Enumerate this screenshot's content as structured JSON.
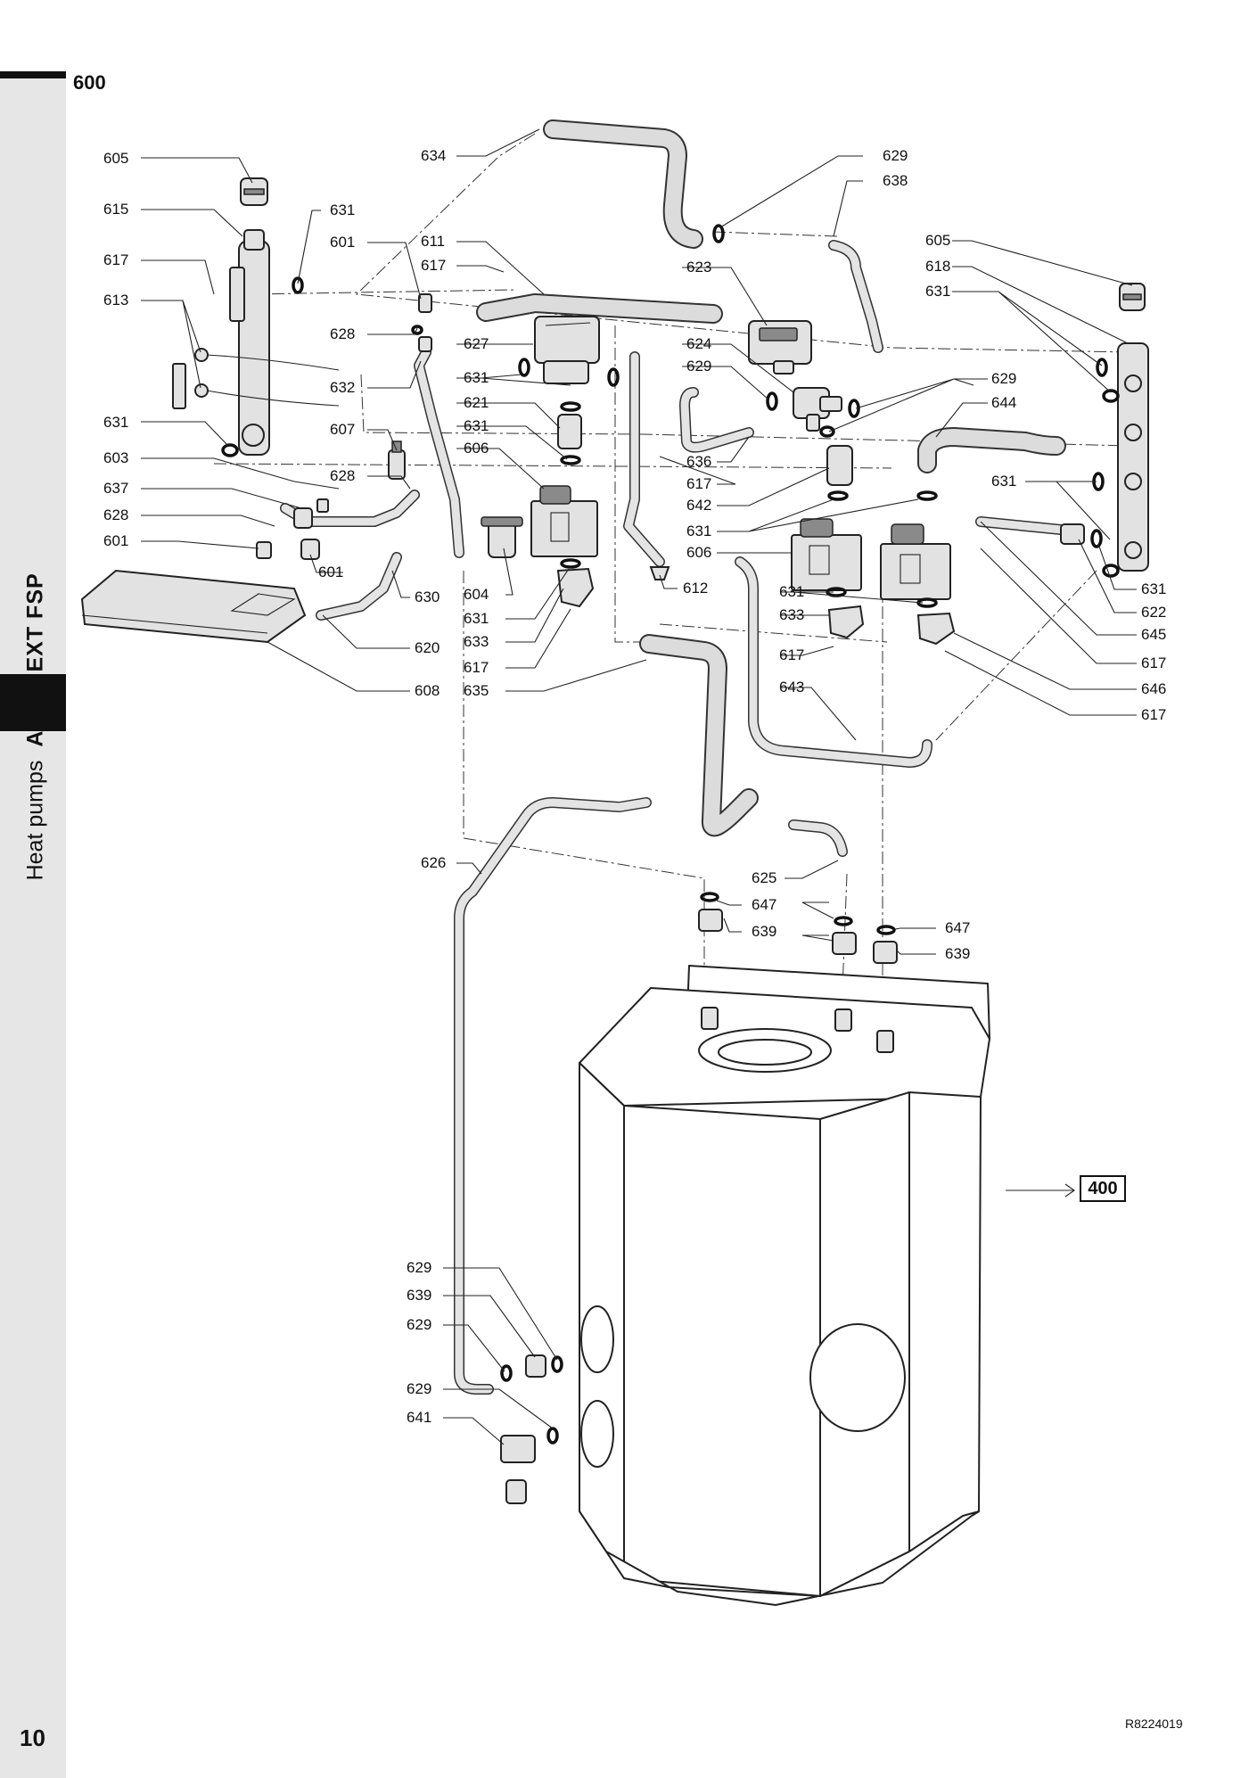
{
  "page": {
    "section_number": "600",
    "side_title": "ARIANEXT FSP",
    "side_subtitle": "Heat pumps",
    "page_number": "10",
    "reference_code": "R8224019",
    "cross_reference": "400"
  },
  "labels": [
    {
      "id": "l605a",
      "text": "605"
    },
    {
      "id": "l615",
      "text": "615"
    },
    {
      "id": "l617a",
      "text": "617"
    },
    {
      "id": "l613",
      "text": "613"
    },
    {
      "id": "l631a",
      "text": "631"
    },
    {
      "id": "l603",
      "text": "603"
    },
    {
      "id": "l637",
      "text": "637"
    },
    {
      "id": "l628a",
      "text": "628"
    },
    {
      "id": "l601a",
      "text": "601"
    },
    {
      "id": "l631b",
      "text": "631"
    },
    {
      "id": "l601b",
      "text": "601"
    },
    {
      "id": "l628b",
      "text": "628"
    },
    {
      "id": "l632",
      "text": "632"
    },
    {
      "id": "l607",
      "text": "607"
    },
    {
      "id": "l628c",
      "text": "628"
    },
    {
      "id": "l601c",
      "text": "601"
    },
    {
      "id": "l630",
      "text": "630"
    },
    {
      "id": "l620",
      "text": "620"
    },
    {
      "id": "l608",
      "text": "608"
    },
    {
      "id": "l634",
      "text": "634"
    },
    {
      "id": "l611",
      "text": "611"
    },
    {
      "id": "l617b",
      "text": "617"
    },
    {
      "id": "l627",
      "text": "627"
    },
    {
      "id": "l631c",
      "text": "631"
    },
    {
      "id": "l621",
      "text": "621"
    },
    {
      "id": "l631d",
      "text": "631"
    },
    {
      "id": "l606a",
      "text": "606"
    },
    {
      "id": "l604",
      "text": "604"
    },
    {
      "id": "l631e",
      "text": "631"
    },
    {
      "id": "l633a",
      "text": "633"
    },
    {
      "id": "l617c",
      "text": "617"
    },
    {
      "id": "l635",
      "text": "635"
    },
    {
      "id": "l612",
      "text": "612"
    },
    {
      "id": "l629a",
      "text": "629"
    },
    {
      "id": "l638",
      "text": "638"
    },
    {
      "id": "l623",
      "text": "623"
    },
    {
      "id": "l624",
      "text": "624"
    },
    {
      "id": "l629b",
      "text": "629"
    },
    {
      "id": "l636",
      "text": "636"
    },
    {
      "id": "l617d",
      "text": "617"
    },
    {
      "id": "l642",
      "text": "642"
    },
    {
      "id": "l631f",
      "text": "631"
    },
    {
      "id": "l606b",
      "text": "606"
    },
    {
      "id": "l631g",
      "text": "631"
    },
    {
      "id": "l633b",
      "text": "633"
    },
    {
      "id": "l617e",
      "text": "617"
    },
    {
      "id": "l643",
      "text": "643"
    },
    {
      "id": "l605b",
      "text": "605"
    },
    {
      "id": "l618",
      "text": "618"
    },
    {
      "id": "l631h",
      "text": "631"
    },
    {
      "id": "l629c",
      "text": "629"
    },
    {
      "id": "l644",
      "text": "644"
    },
    {
      "id": "l631i",
      "text": "631"
    },
    {
      "id": "l631j",
      "text": "631"
    },
    {
      "id": "l622",
      "text": "622"
    },
    {
      "id": "l645",
      "text": "645"
    },
    {
      "id": "l617f",
      "text": "617"
    },
    {
      "id": "l646",
      "text": "646"
    },
    {
      "id": "l617g",
      "text": "617"
    },
    {
      "id": "l626",
      "text": "626"
    },
    {
      "id": "l625",
      "text": "625"
    },
    {
      "id": "l647a",
      "text": "647"
    },
    {
      "id": "l639a",
      "text": "639"
    },
    {
      "id": "l647b",
      "text": "647"
    },
    {
      "id": "l639b",
      "text": "639"
    },
    {
      "id": "l629d",
      "text": "629"
    },
    {
      "id": "l639c",
      "text": "639"
    },
    {
      "id": "l629e",
      "text": "629"
    },
    {
      "id": "l629f",
      "text": "629"
    },
    {
      "id": "l641",
      "text": "641"
    }
  ]
}
